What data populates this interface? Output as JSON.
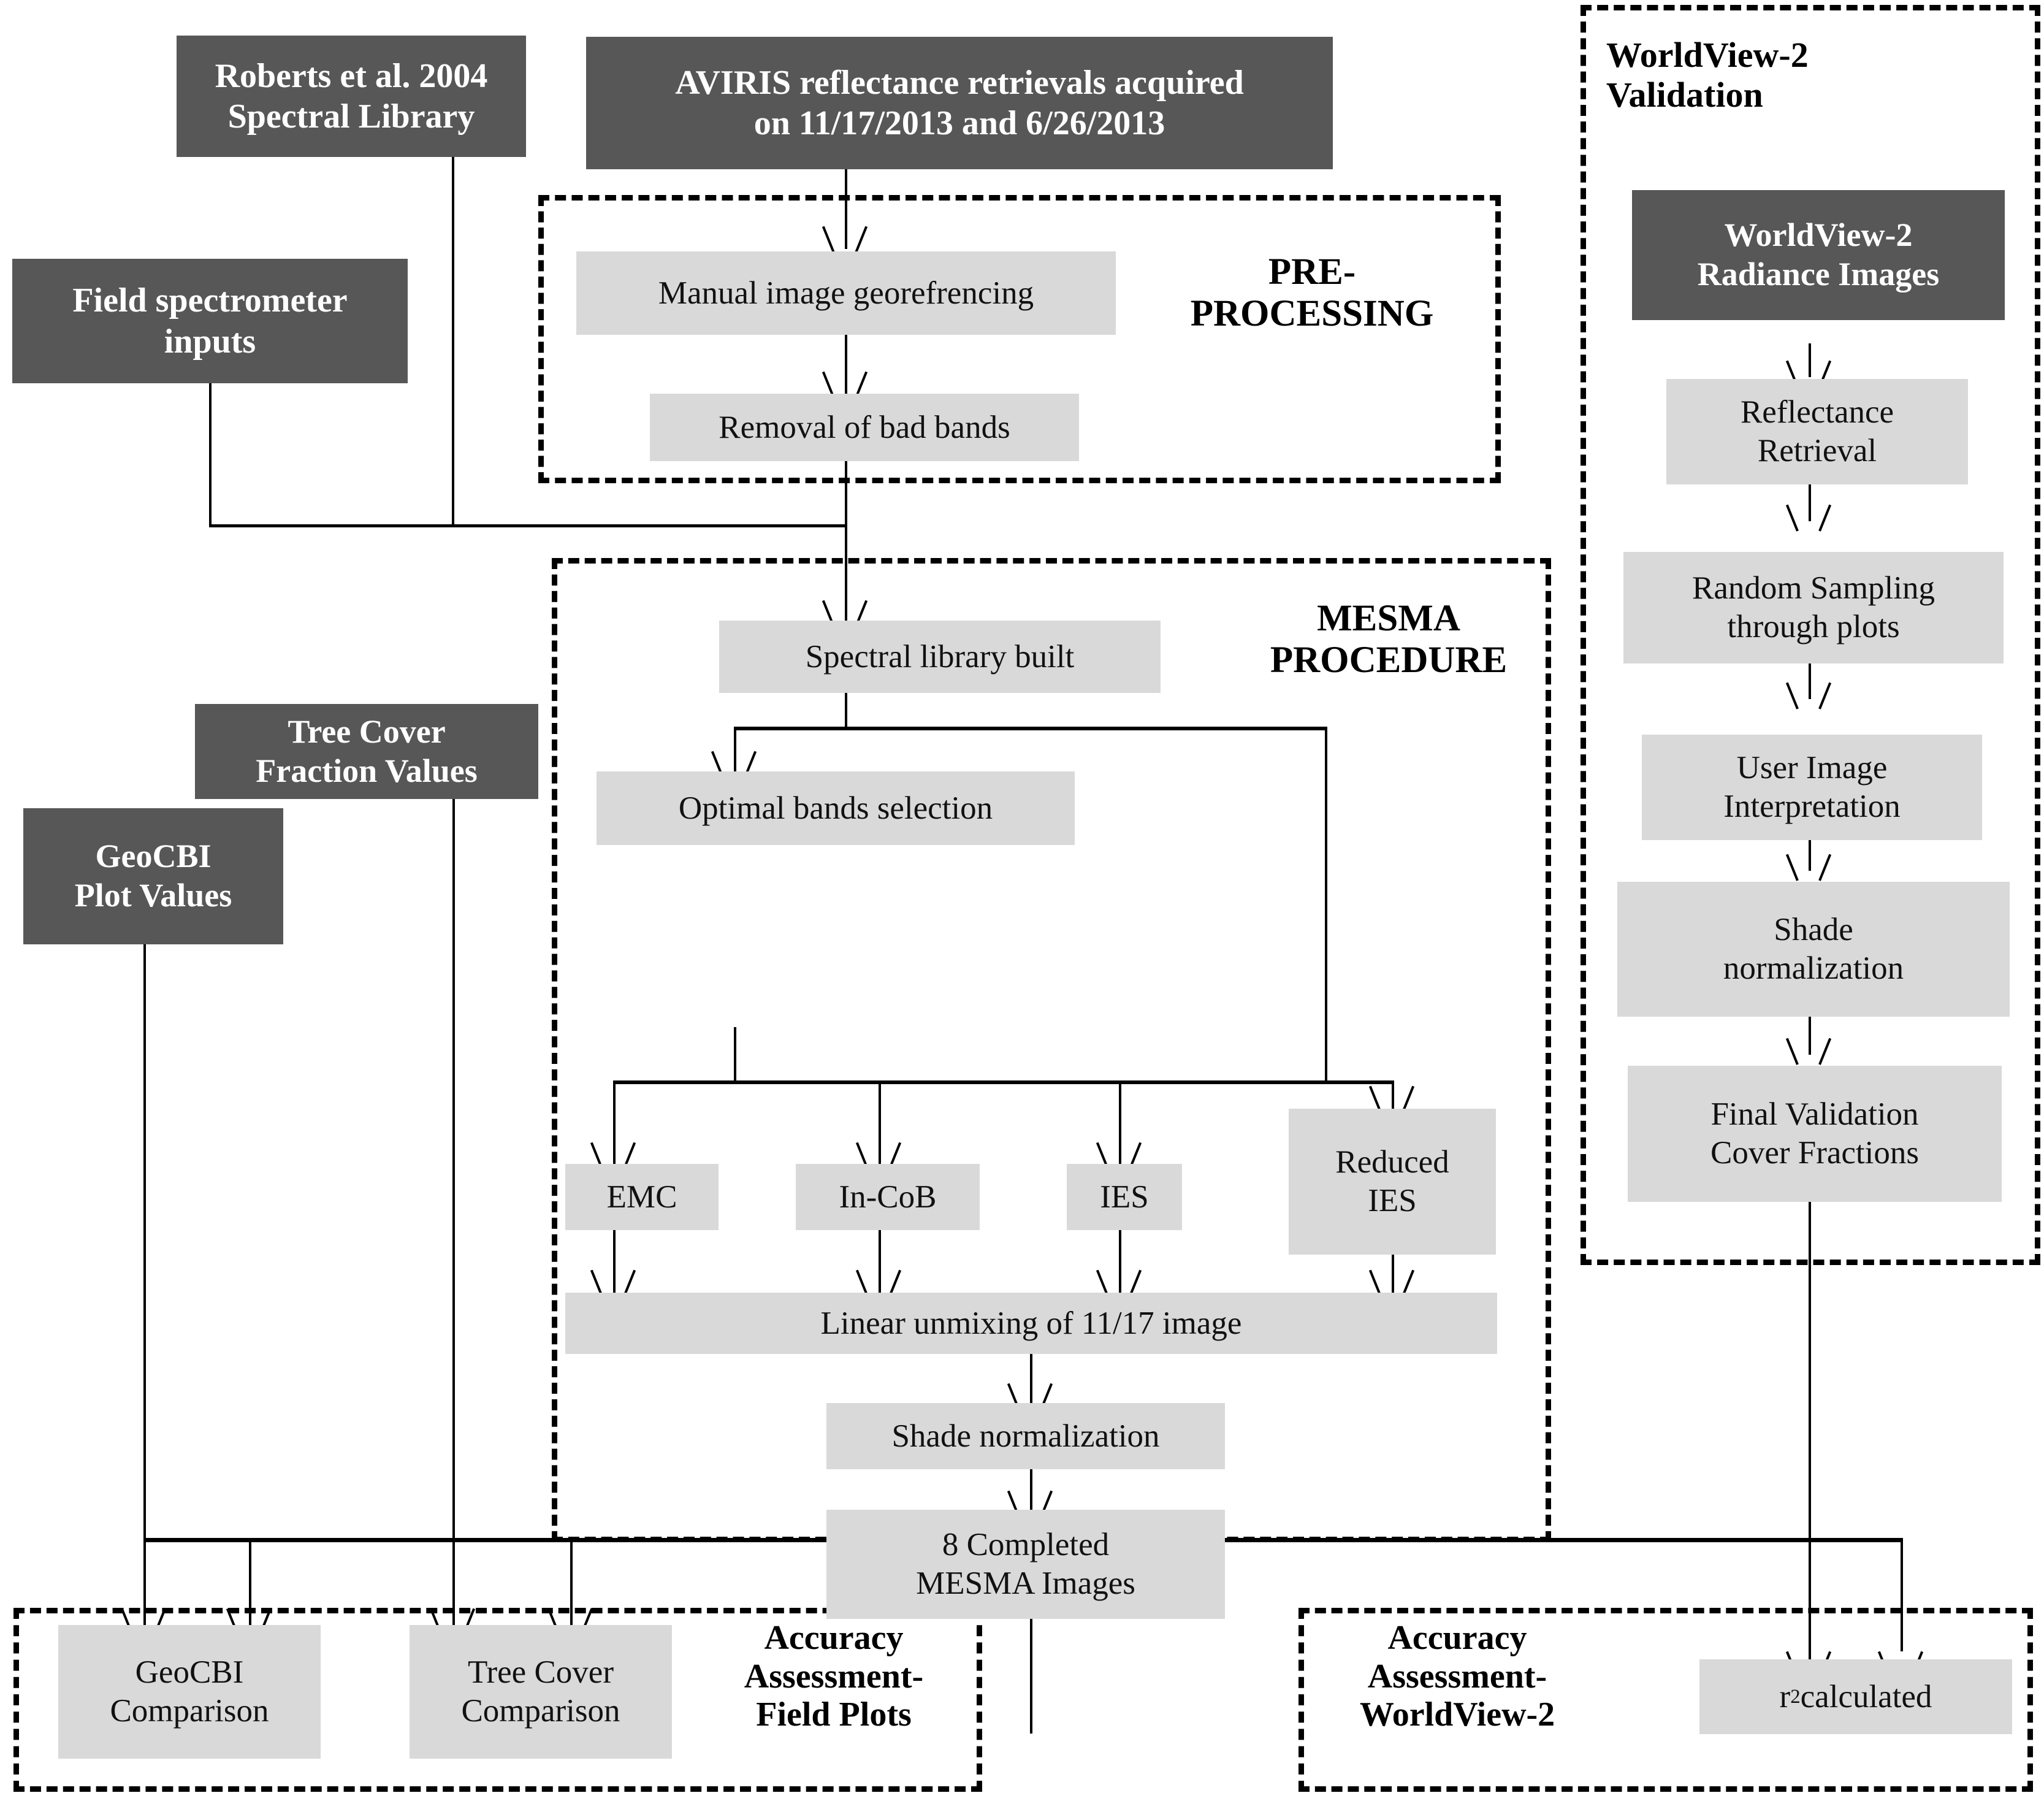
{
  "diagram": {
    "title": "MESMA processing workflow",
    "colors": {
      "dark_box": "#575757",
      "light_box": "#d9d9d9",
      "line": "#000000",
      "background": "#ffffff"
    }
  },
  "groups": {
    "preprocessing": {
      "label": "PRE-\nPROCESSING"
    },
    "mesma": {
      "label": "MESMA\nPROCEDURE"
    },
    "worldview": {
      "label": "WorldView-2\nValidation"
    },
    "accuracy_field": {
      "label": "Accuracy\nAssessment-\nField Plots"
    },
    "accuracy_wv2": {
      "label": "Accuracy\nAssessment-\nWorldView-2"
    }
  },
  "inputs": {
    "roberts": "Roberts et al. 2004\nSpectral Library",
    "aviris": "AVIRIS reflectance retrievals acquired\non 11/17/2013 and 6/26/2013",
    "field_spectrometer": "Field spectrometer\ninputs",
    "tree_cover": "Tree Cover\nFraction Values",
    "geocbi": "GeoCBI\nPlot Values",
    "wv2_radiance": "WorldView-2\nRadiance Images"
  },
  "preprocessing_steps": [
    {
      "label": "Manual image  georefrencing"
    },
    {
      "label": "Removal  of bad bands"
    }
  ],
  "mesma_steps": {
    "spectral_library": "Spectral library  built",
    "optimal_bands": "Optimal  bands selection",
    "methods": [
      {
        "label": "EMC"
      },
      {
        "label": "In-CoB"
      },
      {
        "label": "IES"
      },
      {
        "label": "Reduced\nIES"
      }
    ],
    "unmixing": "Linear unmixing  of 11/17 image",
    "shade_normalization": "Shade normalization",
    "completed_images": "8 Completed\nMESMA Images"
  },
  "worldview_steps": [
    {
      "label": "Reflectance\nRetrieval"
    },
    {
      "label": "Random Sampling\nthrough plots"
    },
    {
      "label": "User Image\nInterpretation"
    },
    {
      "label": "Shade\nnormalization"
    },
    {
      "label": "Final Validation\nCover Fractions"
    }
  ],
  "outputs": {
    "geocbi_comparison": "GeoCBI\nComparison",
    "tree_cover_comparison": "Tree Cover\nComparison",
    "r2_calculated_prefix": "r",
    "r2_calculated_sup": "2",
    "r2_calculated_suffix": " calculated"
  }
}
